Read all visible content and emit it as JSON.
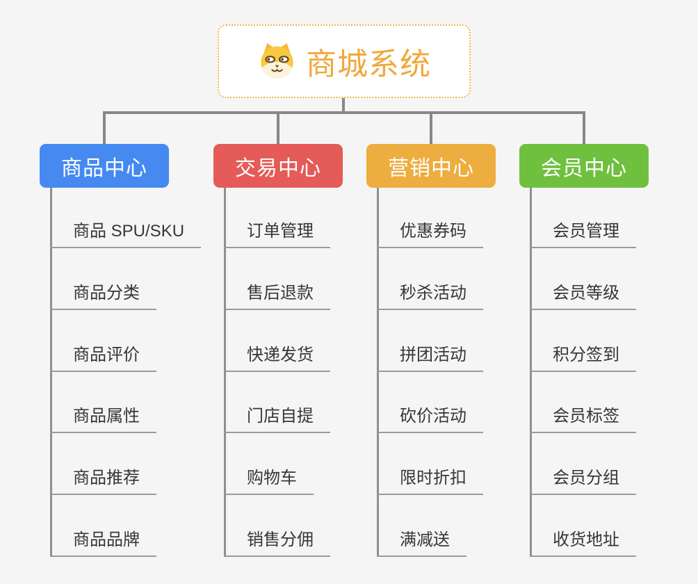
{
  "canvas": {
    "background": "#f5f5f5",
    "connector_color": "#878787"
  },
  "root": {
    "title": "商城系统",
    "icon": "shiba-dog-icon",
    "accent_color": "#f0a83c",
    "border_color": "#f2b24a"
  },
  "branches": [
    {
      "label": "商品中心",
      "color": "#4589f1",
      "items": [
        "商品 SPU/SKU",
        "商品分类",
        "商品评价",
        "商品属性",
        "商品推荐",
        "商品品牌"
      ]
    },
    {
      "label": "交易中心",
      "color": "#e45b57",
      "items": [
        "订单管理",
        "售后退款",
        "快递发货",
        "门店自提",
        "购物车",
        "销售分佣"
      ]
    },
    {
      "label": "营销中心",
      "color": "#edad3f",
      "items": [
        "优惠券码",
        "秒杀活动",
        "拼团活动",
        "砍价活动",
        "限时折扣",
        "满减送"
      ]
    },
    {
      "label": "会员中心",
      "color": "#70c040",
      "items": [
        "会员管理",
        "会员等级",
        "积分签到",
        "会员标签",
        "会员分组",
        "收货地址"
      ]
    }
  ]
}
